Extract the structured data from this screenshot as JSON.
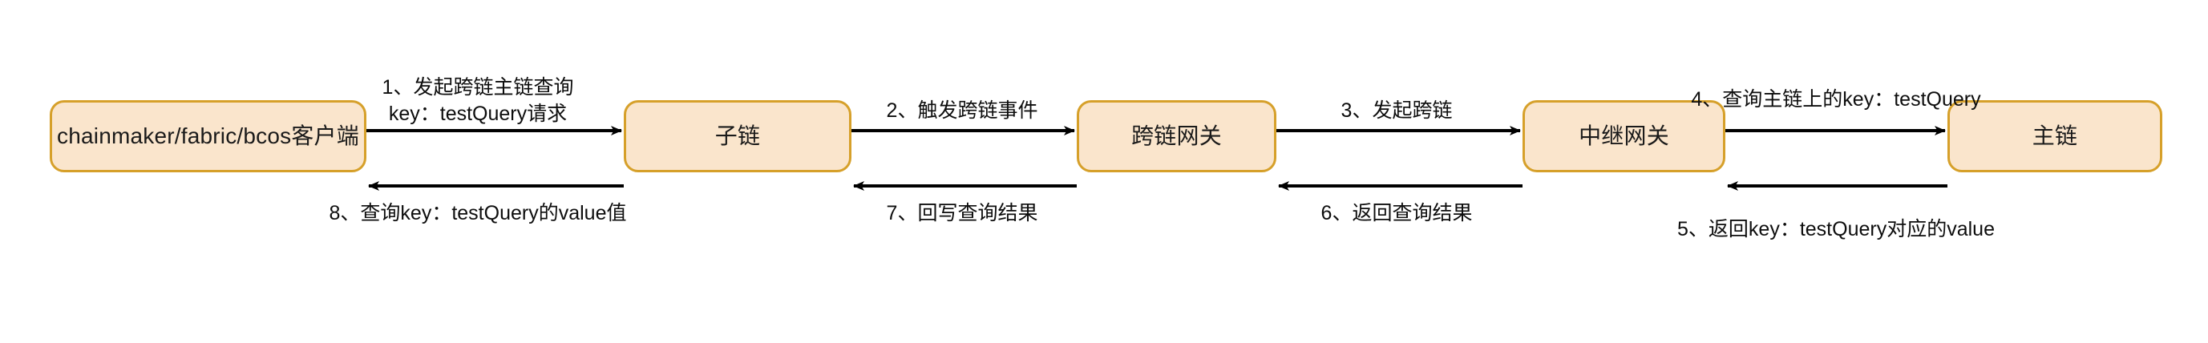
{
  "diagram": {
    "type": "sequence-flow",
    "title": "",
    "colors": {
      "node_fill": "#fae5cc",
      "node_border": "#d6a02a",
      "arrow": "#000000",
      "text": "#0d0d0d",
      "background": "#ffffff"
    },
    "nodes": [
      {
        "id": "client",
        "label": "chainmaker/fabric/bcos客户端"
      },
      {
        "id": "subchain",
        "label": "子链"
      },
      {
        "id": "crosschain_gw",
        "label": "跨链网关"
      },
      {
        "id": "relay_gw",
        "label": "中继网关"
      },
      {
        "id": "mainchain",
        "label": "主链"
      }
    ],
    "edges": [
      {
        "id": "e1",
        "step": "1",
        "from": "client",
        "to": "subchain",
        "direction": "forward",
        "position": "above",
        "lines": [
          "1、发起跨链主链查询",
          "key：testQuery请求"
        ]
      },
      {
        "id": "e8",
        "step": "8",
        "from": "subchain",
        "to": "client",
        "direction": "backward",
        "position": "below",
        "lines": [
          "8、查询key：testQuery的value值"
        ]
      },
      {
        "id": "e2",
        "step": "2",
        "from": "subchain",
        "to": "crosschain_gw",
        "direction": "forward",
        "position": "above",
        "lines": [
          "2、触发跨链事件"
        ]
      },
      {
        "id": "e7",
        "step": "7",
        "from": "crosschain_gw",
        "to": "subchain",
        "direction": "backward",
        "position": "below",
        "lines": [
          "7、回写查询结果"
        ]
      },
      {
        "id": "e3",
        "step": "3",
        "from": "crosschain_gw",
        "to": "relay_gw",
        "direction": "forward",
        "position": "above",
        "lines": [
          "3、发起跨链"
        ]
      },
      {
        "id": "e6",
        "step": "6",
        "from": "relay_gw",
        "to": "crosschain_gw",
        "direction": "backward",
        "position": "below",
        "lines": [
          "6、返回查询结果"
        ]
      },
      {
        "id": "e4",
        "step": "4",
        "from": "relay_gw",
        "to": "mainchain",
        "direction": "forward",
        "position": "above",
        "lines": [
          "4、查询主链上的key：testQuery"
        ]
      },
      {
        "id": "e5",
        "step": "5",
        "from": "mainchain",
        "to": "relay_gw",
        "direction": "backward",
        "position": "below",
        "lines": [
          "5、返回key：testQuery对应的value"
        ]
      }
    ]
  }
}
